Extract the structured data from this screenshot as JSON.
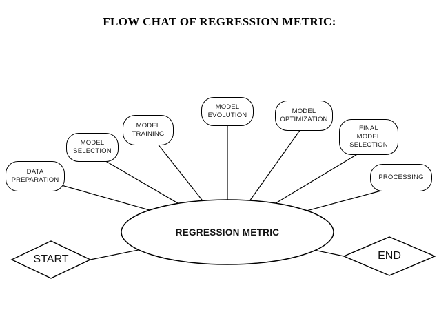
{
  "title": "FLOW CHAT OF REGRESSION METRIC:",
  "center": {
    "label": "REGRESSION METRIC"
  },
  "nodes": [
    {
      "id": "data-preparation",
      "label": "DATA PREPARATION"
    },
    {
      "id": "model-selection",
      "label": "MODEL SELECTION"
    },
    {
      "id": "model-training",
      "label": "MODEL TRAINING"
    },
    {
      "id": "model-evolution",
      "label": "MODEL EVOLUTION"
    },
    {
      "id": "model-optimization",
      "label": "MODEL OPTIMIZATION"
    },
    {
      "id": "final-model-selection",
      "label": "FINAL MODEL SELECTION"
    },
    {
      "id": "processing",
      "label": "PROCESSING"
    }
  ],
  "terminals": {
    "start": "START",
    "end": "END"
  },
  "colors": {
    "stroke": "#000000",
    "background": "#ffffff",
    "text": "#1a1a1a"
  }
}
